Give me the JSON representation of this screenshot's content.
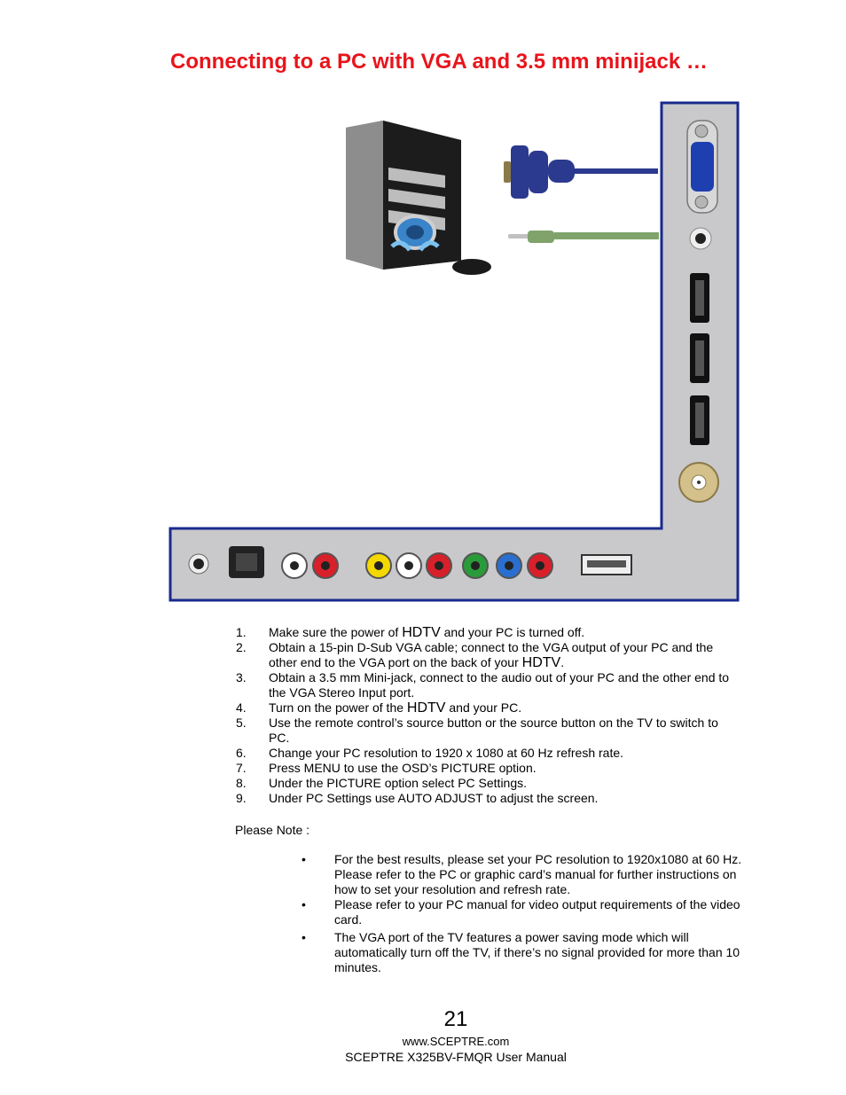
{
  "title": "Connecting to a PC with VGA and 3.5 mm minijack …",
  "steps": [
    {
      "num": "1.",
      "pre": "Make sure the power of ",
      "hd": "HDTV",
      "post": " and your PC is turned off."
    },
    {
      "num": "2.",
      "pre": "Obtain a 15-pin D-Sub VGA cable; connect to the VGA output of your PC and the other end to the VGA port on the back of your ",
      "hd": "HDTV",
      "post": "."
    },
    {
      "num": "3.",
      "pre": "Obtain a 3.5 mm Mini-jack, connect to the audio out of your PC and the other end to the VGA Stereo Input port.",
      "hd": "",
      "post": ""
    },
    {
      "num": "4.",
      "pre": "Turn on the power of the ",
      "hd": "HDTV",
      "post": " and your PC."
    },
    {
      "num": "5.",
      "pre": "Use the remote control’s source button or the source button on the TV to switch to PC.",
      "hd": "",
      "post": ""
    },
    {
      "num": "6.",
      "pre": "Change your PC resolution to 1920 x 1080 at 60 Hz refresh rate.",
      "hd": "",
      "post": ""
    },
    {
      "num": "7.",
      "pre": "Press MENU to use the OSD’s PICTURE option.",
      "hd": "",
      "post": ""
    },
    {
      "num": "8.",
      "pre": "Under the PICTURE option select PC Settings.",
      "hd": "",
      "post": ""
    },
    {
      "num": "9.",
      "pre": "Under PC Settings use AUTO ADJUST to adjust the screen.",
      "hd": "",
      "post": ""
    }
  ],
  "note_label": "Please Note :",
  "notes": [
    "For the best results, please set your PC resolution to 1920x1080 at 60 Hz.  Please refer to the PC or graphic card’s manual for further instructions on how to set your resolution and refresh rate.",
    "Please refer to your PC manual for video output requirements of the video card.",
    "The VGA port of the TV features a power saving mode which will automatically turn off the TV, if there’s no signal provided for more than 10 minutes."
  ],
  "bullet": "•",
  "page_number": "21",
  "footer_url": "www.SCEPTRE.com",
  "footer_manual": "SCEPTRE X325BV-FMQR User Manual",
  "colors": {
    "title": "#e8141b",
    "panel": "#c9c9cc",
    "panel_border": "#1a2a8c",
    "vga_cable": "#2b3a8e",
    "audio_cable": "#7fa36a"
  }
}
